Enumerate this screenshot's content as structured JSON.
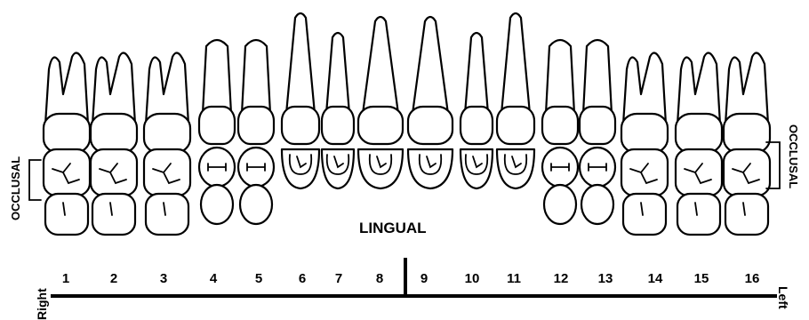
{
  "labels": {
    "occlusal_left": "OCCLUSAL",
    "occlusal_right": "OCCLUSAL",
    "lingual": "LINGUAL",
    "right": "Right",
    "left": "Left"
  },
  "teeth": [
    {
      "number": "1",
      "type": "molar"
    },
    {
      "number": "2",
      "type": "molar"
    },
    {
      "number": "3",
      "type": "molar"
    },
    {
      "number": "4",
      "type": "premolar"
    },
    {
      "number": "5",
      "type": "premolar"
    },
    {
      "number": "6",
      "type": "canine"
    },
    {
      "number": "7",
      "type": "lateral-incisor"
    },
    {
      "number": "8",
      "type": "central-incisor"
    },
    {
      "number": "9",
      "type": "central-incisor"
    },
    {
      "number": "10",
      "type": "lateral-incisor"
    },
    {
      "number": "11",
      "type": "canine"
    },
    {
      "number": "12",
      "type": "premolar"
    },
    {
      "number": "13",
      "type": "premolar"
    },
    {
      "number": "14",
      "type": "molar"
    },
    {
      "number": "15",
      "type": "molar"
    },
    {
      "number": "16",
      "type": "molar"
    }
  ],
  "colors": {
    "ink": "#000000",
    "paper": "#ffffff"
  }
}
